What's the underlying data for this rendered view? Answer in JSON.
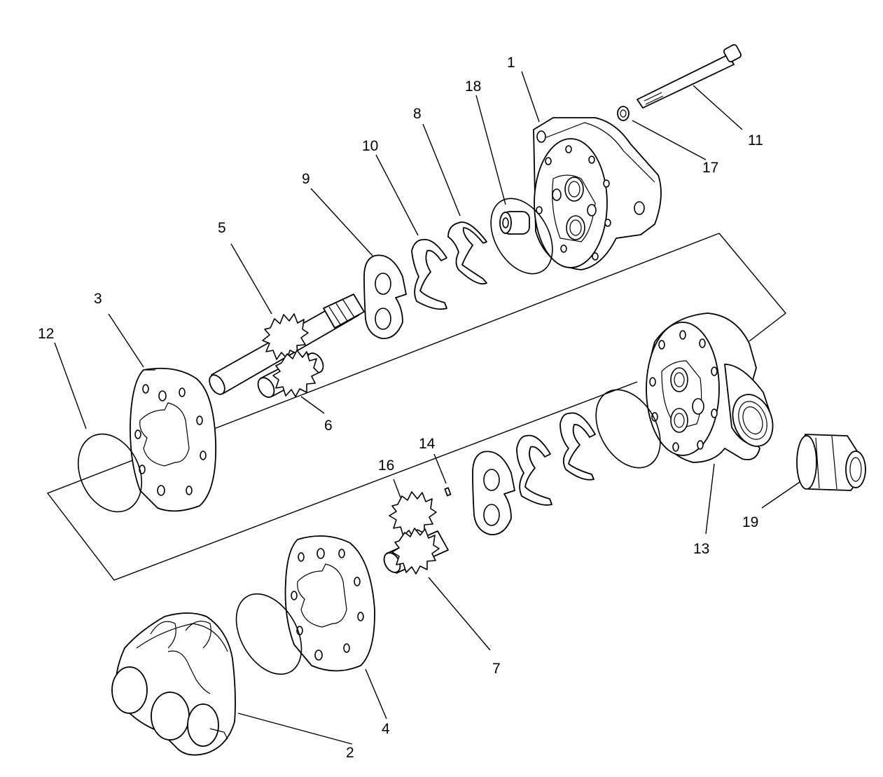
{
  "callouts": {
    "p1": "1",
    "p2": "2",
    "p3": "3",
    "p4": "4",
    "p5": "5",
    "p6": "6",
    "p7": "7",
    "p8": "8",
    "p9": "9",
    "p10": "10",
    "p11": "11",
    "p12": "12",
    "p13": "13",
    "p14": "14",
    "p16": "16",
    "p17": "17",
    "p18": "18",
    "p19": "19"
  }
}
